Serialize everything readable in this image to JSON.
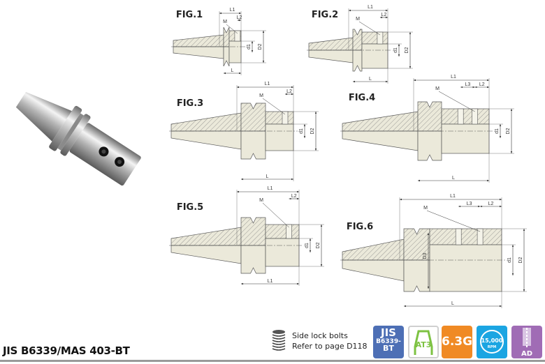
{
  "page_title": "JIS B6339/MAS 403-BT",
  "note": {
    "line1": "Side lock bolts",
    "line2": "Refer to page D118",
    "icon": "set-screw-icon"
  },
  "badges": {
    "jis": {
      "line1": "JIS",
      "line2": "B6339-",
      "line3": "BT",
      "color": "#4d6fb5"
    },
    "at3": {
      "label": "AT3",
      "color": "#7dc242"
    },
    "balance": {
      "label": "6.3G",
      "color": "#f08a24"
    },
    "rpm": {
      "value": "15,000",
      "unit": "RPM",
      "color": "#1ba5e2"
    },
    "ad": {
      "label": "AD",
      "color": "#a06cb5"
    }
  },
  "figures": [
    {
      "title": "FIG.1",
      "labels": {
        "L1": "L1",
        "L2": "L2",
        "M": "M",
        "d1": "d1",
        "D2": "D2",
        "L": "L"
      }
    },
    {
      "title": "FIG.2",
      "labels": {
        "L1": "L1",
        "L2": "L2",
        "M": "M",
        "d1": "d1",
        "D2": "D2",
        "L": "L"
      }
    },
    {
      "title": "FIG.3",
      "labels": {
        "L1": "L1",
        "L2": "L2",
        "M": "M",
        "d1": "d1",
        "D2": "D2",
        "L": "L"
      }
    },
    {
      "title": "FIG.4",
      "labels": {
        "L1": "L1",
        "L2": "L2",
        "L3": "L3",
        "M": "M",
        "d1": "d1",
        "D2": "D2",
        "L": "L"
      }
    },
    {
      "title": "FIG.5",
      "labels": {
        "L1": "L1",
        "L2": "L2",
        "M": "M",
        "d1": "d1",
        "D2": "D2",
        "L": "L1"
      }
    },
    {
      "title": "FIG.6",
      "labels": {
        "L1": "L1",
        "L2": "L2",
        "L3": "L3",
        "M": "M",
        "d1": "d1",
        "D2": "D2",
        "D3": "D3",
        "L": "L"
      }
    }
  ]
}
